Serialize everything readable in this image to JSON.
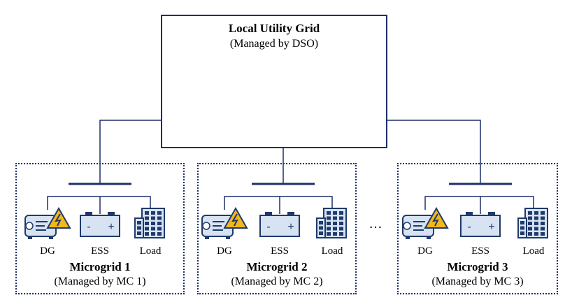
{
  "grid": {
    "title": "Local Utility Grid",
    "subtitle": "(Managed by DSO)"
  },
  "microgrids": [
    {
      "title": "Microgrid 1",
      "subtitle": "(Managed by MC 1)",
      "components": [
        "DG",
        "ESS",
        "Load"
      ]
    },
    {
      "title": "Microgrid 2",
      "subtitle": "(Managed by MC 2)",
      "components": [
        "DG",
        "ESS",
        "Load"
      ]
    },
    {
      "title": "Microgrid 3",
      "subtitle": "(Managed by MC 3)",
      "components": [
        "DG",
        "ESS",
        "Load"
      ]
    }
  ],
  "ellipsis": "…",
  "battery_symbols": {
    "minus": "-",
    "plus": "+"
  },
  "colors": {
    "line": "#1f2f6b",
    "icon": "#1f3a6b",
    "icon_fill": "#d7e3f2",
    "warning": "#f2b81b",
    "tower": "#555555"
  }
}
